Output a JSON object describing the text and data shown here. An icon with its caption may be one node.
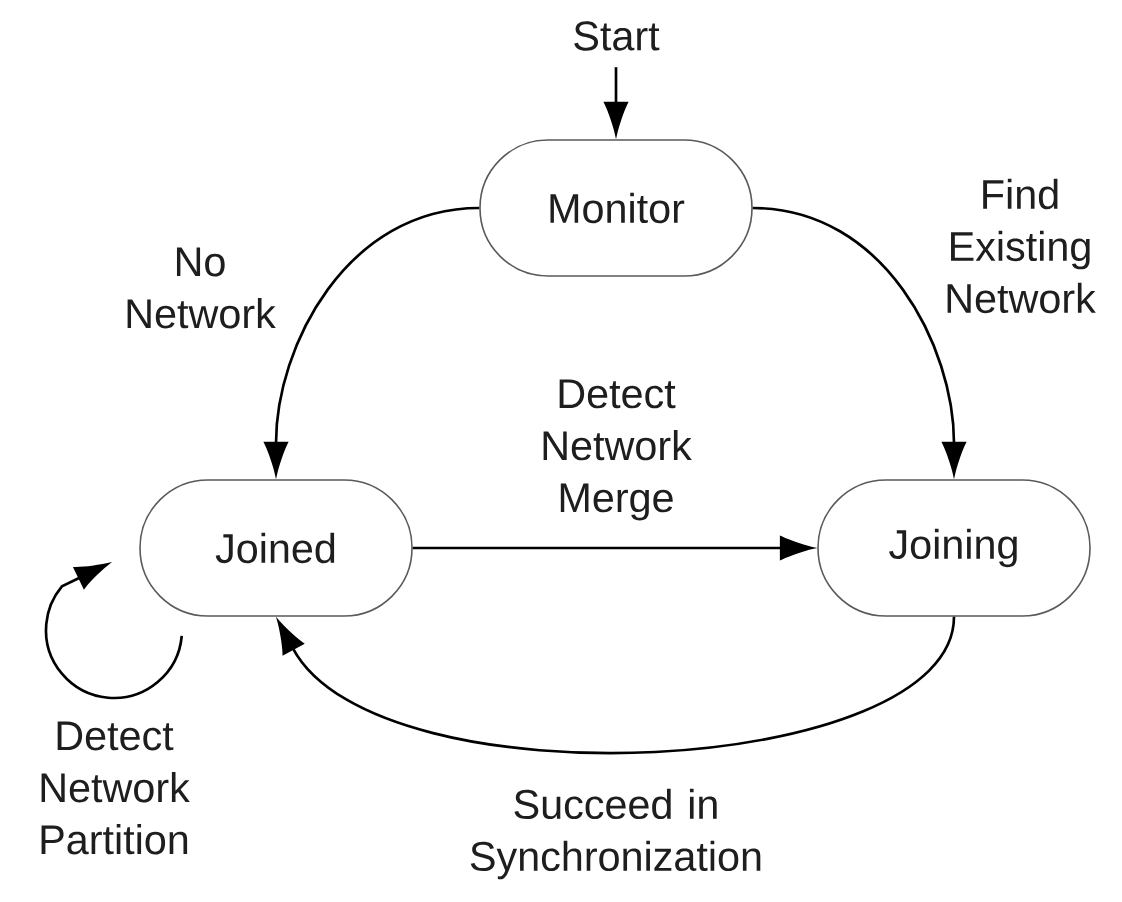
{
  "diagram": {
    "nodes": [
      {
        "text": [
          "Start"
        ]
      },
      {
        "text": [
          "Monitor"
        ]
      },
      {
        "text": [
          "Joined"
        ]
      },
      {
        "text": [
          "Joining"
        ]
      }
    ],
    "edges": [
      {
        "from": 0,
        "to": 1,
        "arrow": "to"
      },
      {
        "from": 1,
        "to": 2,
        "arrow": "to",
        "label": "No Network"
      },
      {
        "from": 1,
        "to": 3,
        "arrow": "to",
        "label": "Find Existing Network"
      },
      {
        "from": 2,
        "to": 3,
        "arrow": "to",
        "label": "Detect Network Merge"
      },
      {
        "from": 3,
        "to": 2,
        "arrow": "to",
        "label": "Succeed in Synchronization"
      },
      {
        "from": 2,
        "to": 2,
        "arrow": "to",
        "label": "Detect Network Partition"
      }
    ]
  }
}
